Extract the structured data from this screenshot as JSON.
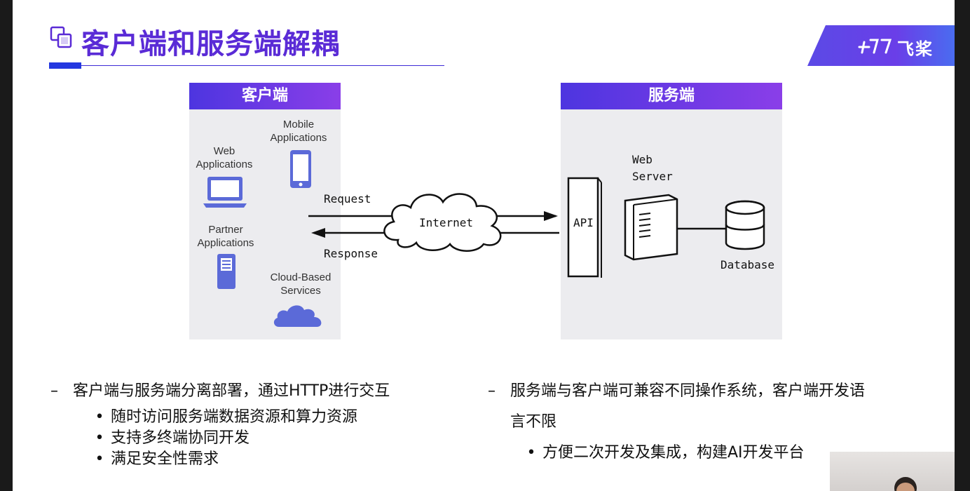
{
  "title": "客户端和服务端解耦",
  "brand": {
    "name": "飞桨"
  },
  "client_panel": {
    "header": "客户端",
    "items": {
      "mobile": "Mobile\nApplications",
      "web": "Web\nApplications",
      "partner": "Partner\nApplications",
      "cloud": "Cloud-Based\nServices"
    }
  },
  "diagram": {
    "request": "Request",
    "response": "Response",
    "internet": "Internet",
    "api": "API",
    "web_server": "Web\nServer",
    "database": "Database"
  },
  "server_panel": {
    "header": "服务端"
  },
  "left_bullets": {
    "main": "客户端与服务端分离部署，通过HTTP进行交互",
    "subs": [
      "随时访问服务端数据资源和算力资源",
      "支持多终端协同开发",
      "满足安全性需求"
    ]
  },
  "right_bullets": {
    "main_line1": "服务端与客户端可兼容不同操作系统，客户端开发语",
    "main_line2": "言不限",
    "sub": "方便二次开发及集成，构建AI开发平台"
  },
  "colors": {
    "title": "#5a2bd6",
    "header_start": "#4d35e0",
    "header_end": "#8a3ee8",
    "device": "#5b6ad8"
  }
}
